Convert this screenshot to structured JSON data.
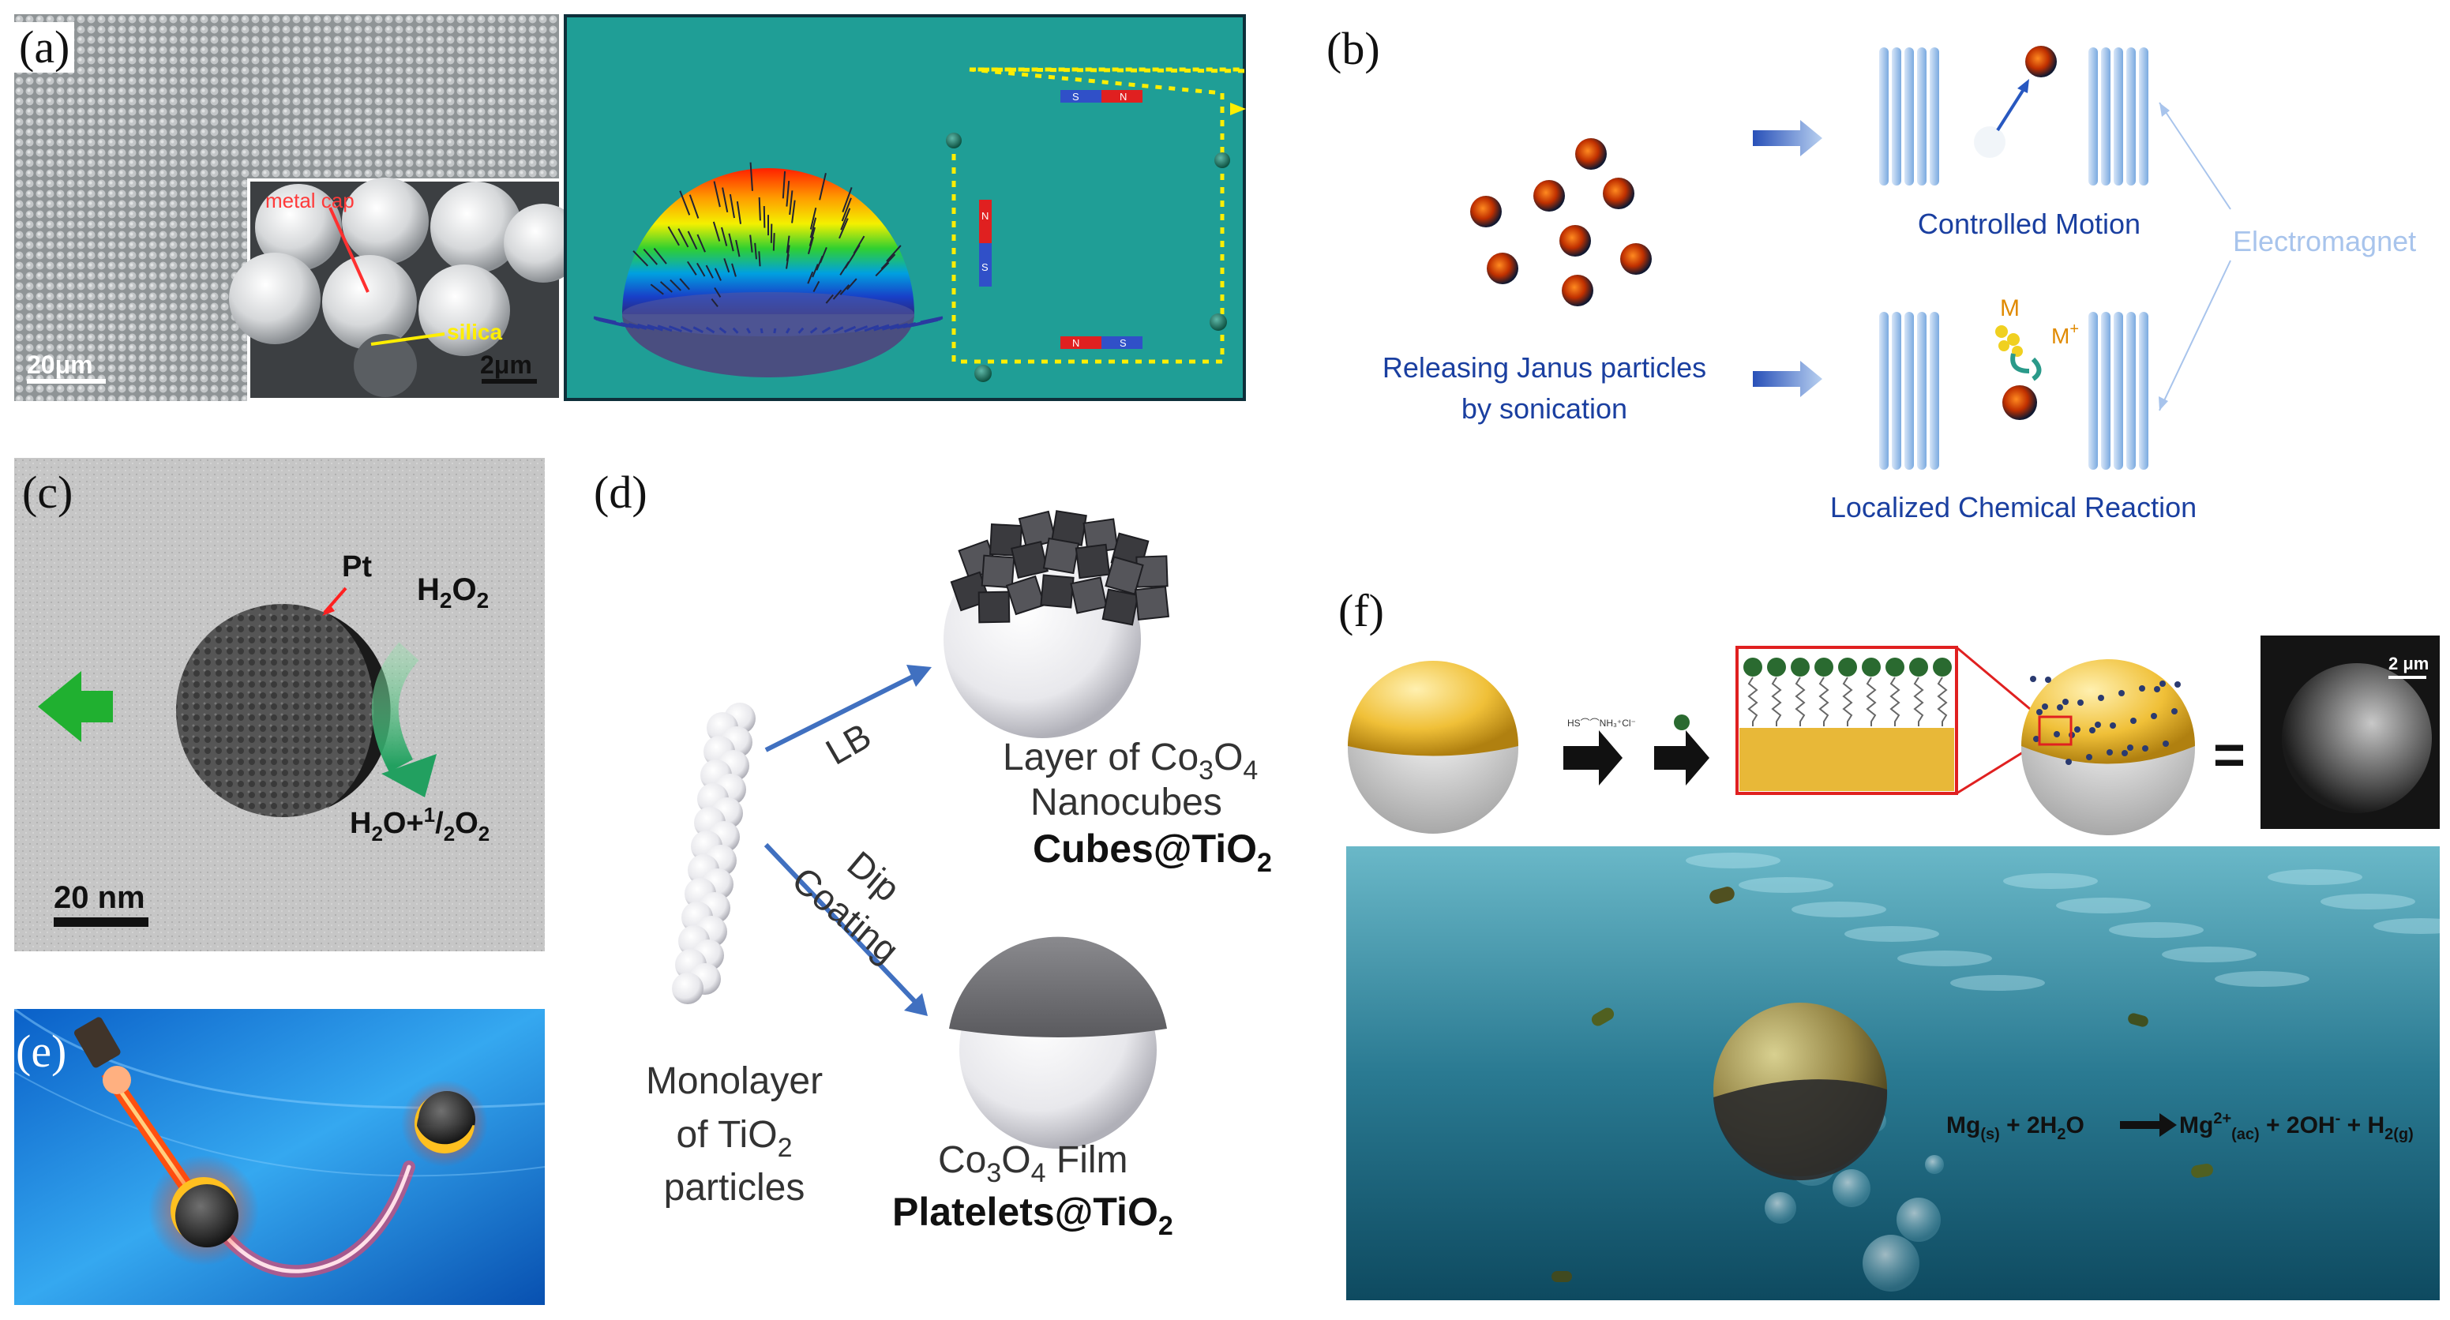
{
  "panels": {
    "a": {
      "label": "(a)",
      "inset_labels": {
        "metal_cap": "metal cap",
        "silica": "silica"
      },
      "scale_bars": {
        "main": "20μm",
        "inset": "2μm"
      },
      "magnet_letters": {
        "n": "N",
        "s": "S"
      }
    },
    "b": {
      "label": "(b)",
      "releasing_line1": "Releasing Janus particles",
      "releasing_line2": "by sonication",
      "controlled_motion": "Controlled  Motion",
      "localized_reaction": "Localized Chemical Reaction",
      "electromagnet": "Electromagnet",
      "ion_m": "M",
      "ion_mplus": "M",
      "ion_mplus_sup": "+"
    },
    "c": {
      "label": "(c)",
      "pt": "Pt",
      "h2o2_h": "H",
      "h2o2_sub1": "2",
      "h2o2_o": "O",
      "h2o2_sub2": "2",
      "product_pre": "H",
      "product_sub1": "2",
      "product_mid": "O+",
      "product_sup": "1",
      "product_slash": "/",
      "product_sub2": "2",
      "product_o": "O",
      "product_sub3": "2",
      "scale": "20 nm"
    },
    "d": {
      "label": "(d)",
      "lb": "LB",
      "dip": "Dip",
      "coating": "Coating",
      "monolayer1": "Monolayer",
      "monolayer2_pre": "of TiO",
      "monolayer2_sub": "2",
      "monolayer3": "particles",
      "layer_pre": "Layer of Co",
      "layer_sub1": "3",
      "layer_mid": "O",
      "layer_sub2": "4",
      "nanocubes": "Nanocubes",
      "cubes_pre": "Cubes@TiO",
      "cubes_sub": "2",
      "film_pre": "Co",
      "film_sub1": "3",
      "film_mid": "O",
      "film_sub2": "4",
      "film_post": " Film",
      "platelets_pre": "Platelets@TiO",
      "platelets_sub": "2"
    },
    "e": {
      "label": "(e)"
    },
    "f": {
      "label": "(f)",
      "scale": "2 μm",
      "equals": "=",
      "reaction": {
        "mg": "Mg",
        "mg_sub": "(s)",
        "water": " + 2H",
        "water_sub": "2",
        "water_o": "O",
        "mg2": "Mg",
        "mg2_sup": "2+",
        "mg2_sub": "(ac)",
        "oh": " + 2OH",
        "oh_sup": "-",
        "h2": " + H",
        "h2_sub": "2(g)"
      }
    }
  }
}
